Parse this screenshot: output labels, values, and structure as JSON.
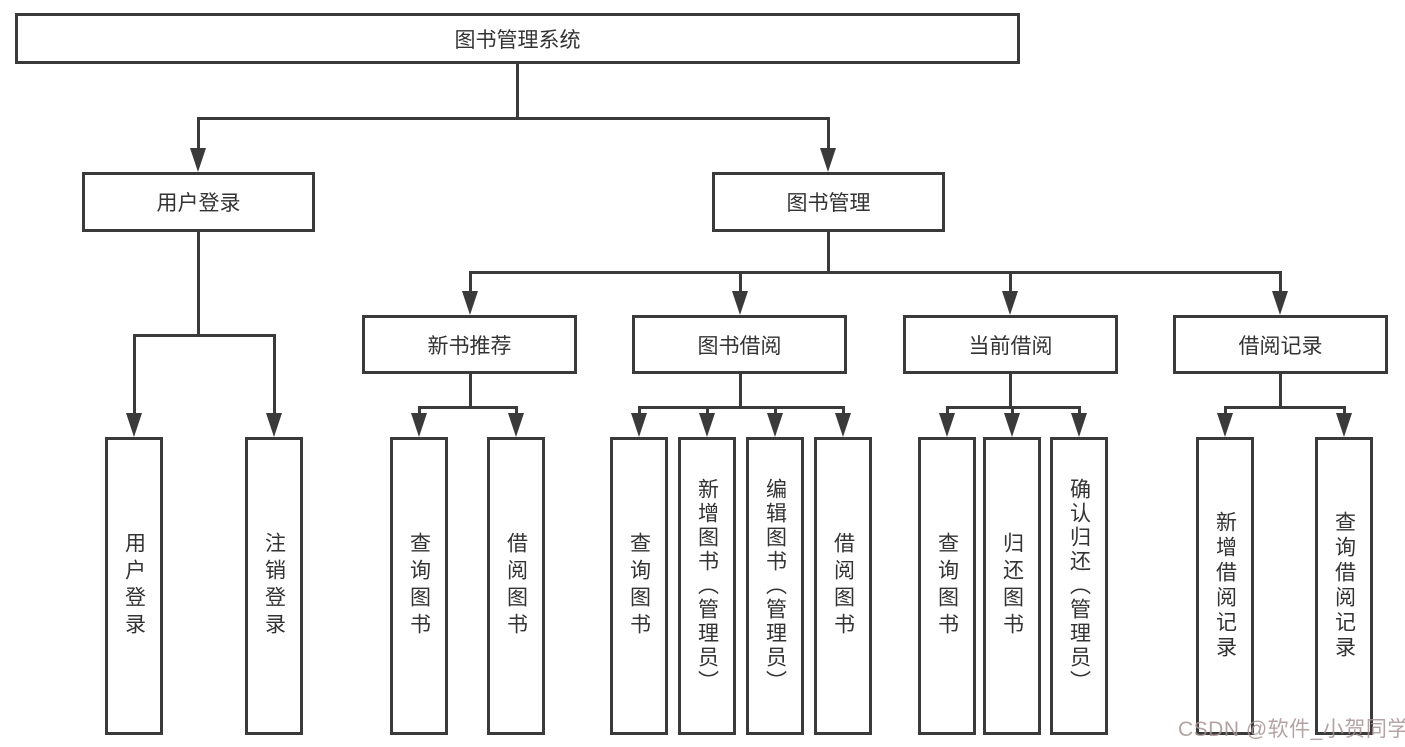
{
  "diagram": {
    "root": {
      "label": "图书管理系统"
    },
    "level2": [
      "用户登录",
      "图书管理"
    ],
    "level3": [
      "新书推荐",
      "图书借阅",
      "当前借阅",
      "借阅记录"
    ],
    "leaves": {
      "user_login": [
        "用户登录",
        "注销登录"
      ],
      "new_book": [
        "查询图书",
        "借阅图书"
      ],
      "borrow": [
        "查询图书",
        "新增图书（管理员）",
        "编辑图书（管理员）",
        "借阅图书"
      ],
      "current": [
        "查询图书",
        "归还图书",
        "确认归还（管理员）"
      ],
      "records": [
        "新增借阅记录",
        "查询借阅记录"
      ]
    }
  },
  "watermark": {
    "text": "CSDN @软件_小贺同学"
  },
  "colors": {
    "line": "#3a3a3a",
    "text": "#333333",
    "watermark": "#a89494",
    "background": "#ffffff"
  }
}
